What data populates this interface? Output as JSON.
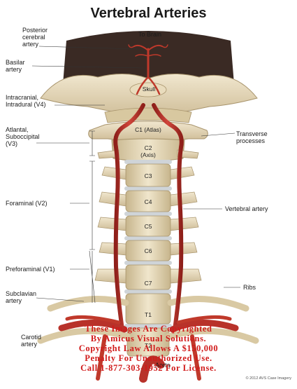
{
  "title": "Vertebral Arteries",
  "labels": {
    "posterior_cerebral": "Posterior\ncerebral\nartery",
    "basilar": "Basilar\nartery",
    "v4": "Intracranial,\nIntradural (V4)",
    "v3": "Atlantal,\nSuboccipital\n(V3)",
    "v2": "Foraminal (V2)",
    "v1": "Preforaminal (V1)",
    "subclavian": "Subclavian\nartery",
    "carotid": "Carotid\nartery",
    "to_brain": "To Brain",
    "skull": "Skull",
    "transverse": "Transverse\nprocesses",
    "vertebral_artery": "Vertebral artery",
    "ribs": "Ribs",
    "aorta": "Aorta"
  },
  "vertebrae": [
    "C1 (Atlas)",
    "C2\n(Axis)",
    "C3",
    "C4",
    "C5",
    "C6",
    "C7",
    "T1",
    "T2"
  ],
  "watermark": [
    "These Images Are Copyrighted",
    "By Amicus Visual Solutions.",
    "Copyright Law Allows A $150,000",
    "Penalty For Unauthorized Use.",
    "Call 1-877-303-1952 For License."
  ],
  "credit": "© 2012 AVS   Case Imagery",
  "colors": {
    "artery": "#b8322a",
    "bone": "#e8dcc0",
    "disc": "#cfd4d8",
    "watermark": "#d11b1b"
  }
}
